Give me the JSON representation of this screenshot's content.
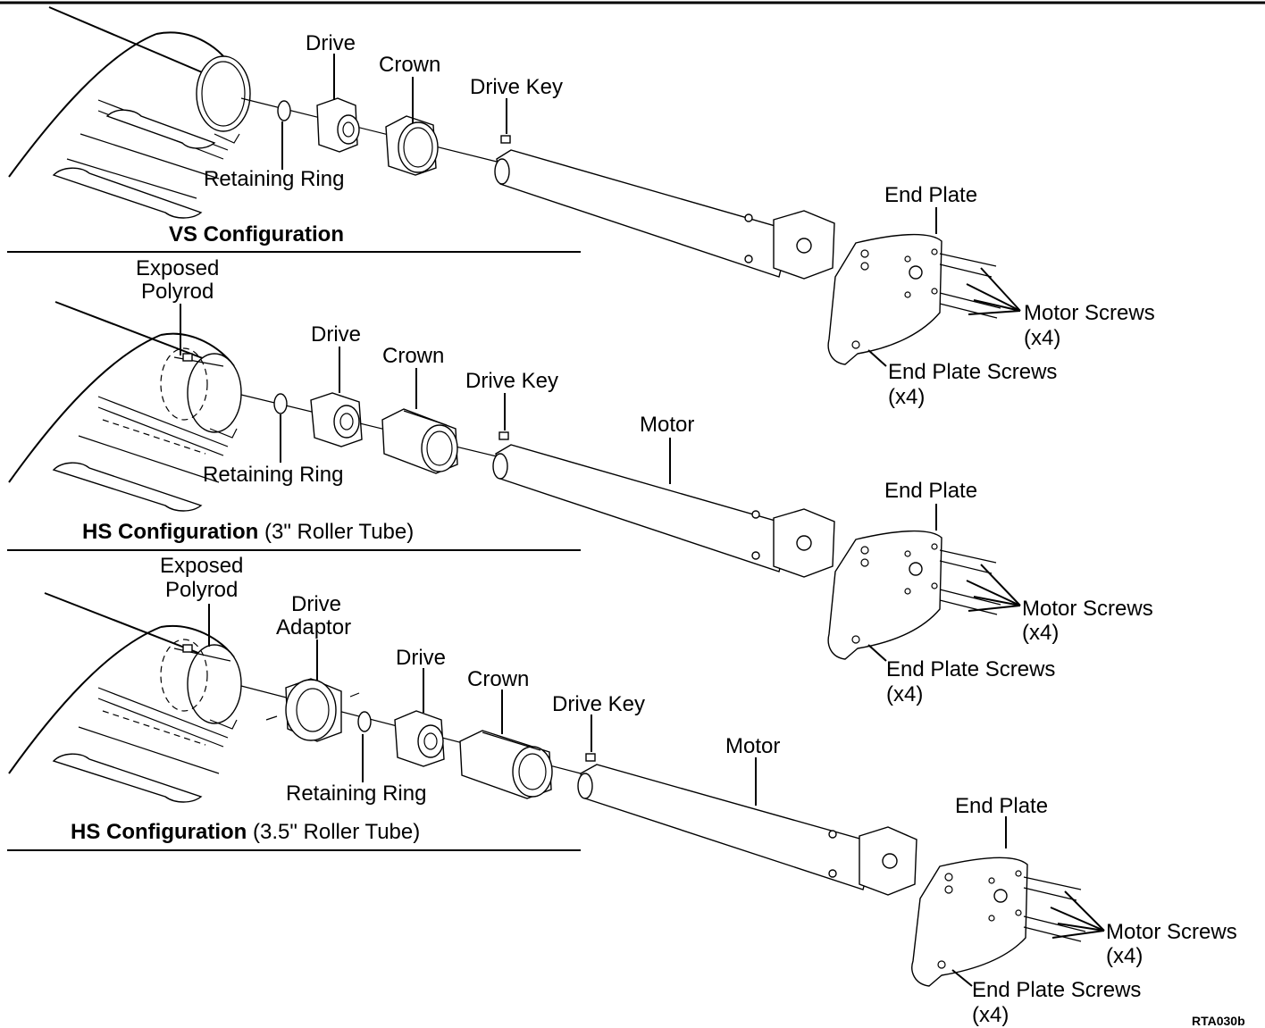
{
  "figure_code": "RTA030b",
  "sections": [
    {
      "title_bold": "VS Configuration",
      "title_rest": "",
      "labels": {
        "drive": "Drive",
        "crown": "Crown",
        "drive_key": "Drive Key",
        "retaining_ring": "Retaining Ring",
        "end_plate": "End Plate",
        "motor_screws": "Motor Screws",
        "motor_screws_qty": "(x4)",
        "end_plate_screws": "End Plate Screws",
        "end_plate_screws_qty": "(x4)"
      }
    },
    {
      "title_bold": "HS Configuration",
      "title_rest": " (3\" Roller Tube)",
      "labels": {
        "exposed_polyrod_1": "Exposed",
        "exposed_polyrod_2": "Polyrod",
        "drive": "Drive",
        "crown": "Crown",
        "drive_key": "Drive Key",
        "retaining_ring": "Retaining Ring",
        "motor": "Motor",
        "end_plate": "End Plate",
        "motor_screws": "Motor Screws",
        "motor_screws_qty": "(x4)",
        "end_plate_screws": "End Plate Screws",
        "end_plate_screws_qty": "(x4)"
      }
    },
    {
      "title_bold": "HS Configuration",
      "title_rest": " (3.5\" Roller Tube)",
      "labels": {
        "exposed_polyrod_1": "Exposed",
        "exposed_polyrod_2": "Polyrod",
        "drive_adaptor_1": "Drive",
        "drive_adaptor_2": "Adaptor",
        "drive": "Drive",
        "crown": "Crown",
        "drive_key": "Drive Key",
        "retaining_ring": "Retaining Ring",
        "motor": "Motor",
        "end_plate": "End Plate",
        "motor_screws": "Motor Screws",
        "motor_screws_qty": "(x4)",
        "end_plate_screws": "End Plate Screws",
        "end_plate_screws_qty": "(x4)"
      }
    }
  ]
}
